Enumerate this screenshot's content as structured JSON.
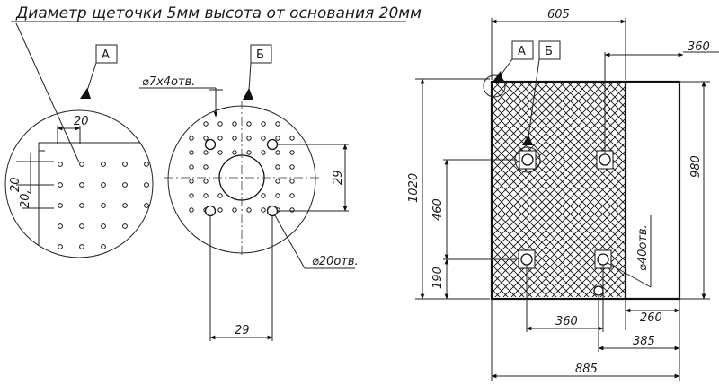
{
  "title": "Диаметр щеточки 5мм высота от основания 20мм",
  "labels": {
    "view_a": "А",
    "view_b": "Б"
  },
  "detail_a": {
    "dim_top": "20",
    "dim_left_1": "20",
    "dim_left_2": "20,"
  },
  "detail_b": {
    "hole_small": "⌀7х4отв.",
    "dim_right": "29",
    "hole_large": "⌀20отв.",
    "dim_bottom": "29"
  },
  "plate": {
    "dim_605": "605",
    "dim_360_top": "360",
    "dim_980": "980",
    "dim_1020": "1020",
    "dim_460": "460",
    "dim_190": "190",
    "hole_note": "⌀40отв.",
    "dim_360_bottom": "360",
    "dim_260": "260",
    "dim_385": "385",
    "dim_885": "885"
  }
}
